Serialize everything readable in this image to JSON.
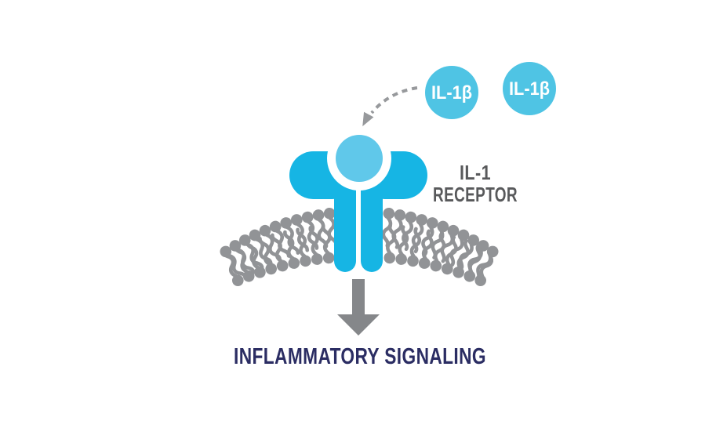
{
  "diagram": {
    "ligands": [
      {
        "label": "IL-1β"
      },
      {
        "label": "IL-1β"
      }
    ],
    "receptor_label": {
      "line1": "IL-1",
      "line2": "RECEPTOR"
    },
    "outcome_label": "INFLAMMATORY SIGNALING"
  },
  "icons": {
    "binding_arrow": "dashed-curved-arrow",
    "signal_arrow": "down-arrow",
    "membrane": "lipid-bilayer"
  },
  "colors": {
    "background": "#FFFFFF",
    "receptor_cyan": "#16B5E4",
    "receptor_ball_cyan": "#60C8EA",
    "ligand_cyan": "#4FC4E4",
    "lipid_gray": "#919396",
    "arrow_gray": "#85878A",
    "dash_gray": "#97999C",
    "label_gray": "#58595B",
    "navy": "#2B2D63",
    "white": "#FFFFFF"
  }
}
